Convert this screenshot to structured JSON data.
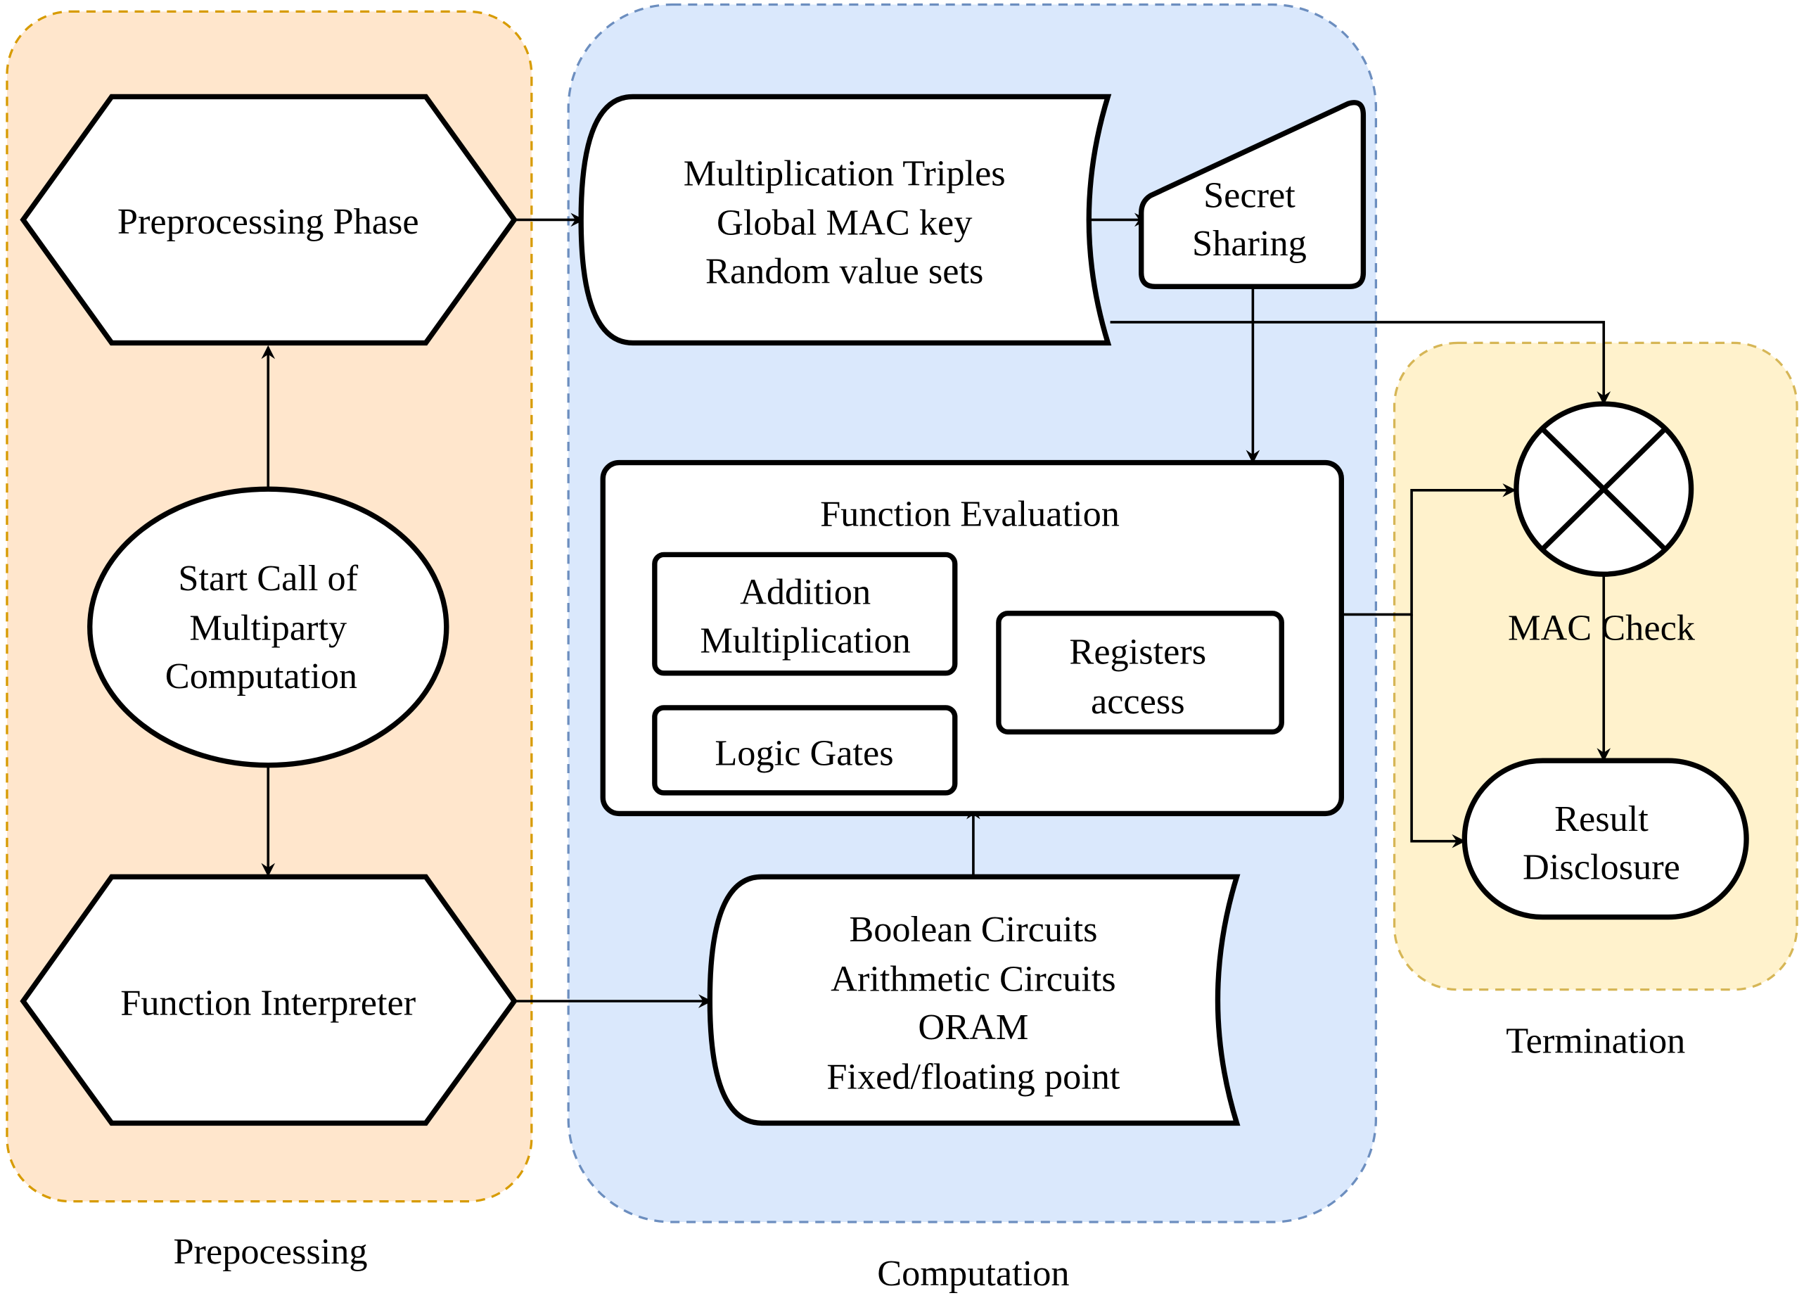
{
  "colors": {
    "preprocessing_fill": "#ffe6cc",
    "preprocessing_border": "#d79b00",
    "computation_fill": "#dae8fc",
    "computation_border": "#6c8ebf",
    "termination_fill": "#fff2cc",
    "termination_border": "#d6b656"
  },
  "groups": {
    "preprocessing": "Prepocessing",
    "computation": "Computation",
    "termination": "Termination"
  },
  "nodes": {
    "preprocessing_phase": "Preprocessing Phase",
    "start_call": [
      "Start Call of",
      "Multiparty",
      "Computation"
    ],
    "function_interpreter": "Function Interpreter",
    "preproc_data": [
      "Multiplication Triples",
      "Global MAC key",
      "Random value sets"
    ],
    "secret_sharing": [
      "Secret",
      "Sharing"
    ],
    "function_evaluation": "Function Evaluation",
    "add_mult": [
      "Addition",
      "Multiplication"
    ],
    "logic_gates": "Logic Gates",
    "registers": [
      "Registers",
      "access"
    ],
    "circuits": [
      "Boolean Circuits",
      "Arithmetic Circuits",
      "ORAM",
      "Fixed/floating point"
    ],
    "mac_check": "MAC Check",
    "result_disclosure": [
      "Result",
      "Disclosure"
    ]
  }
}
